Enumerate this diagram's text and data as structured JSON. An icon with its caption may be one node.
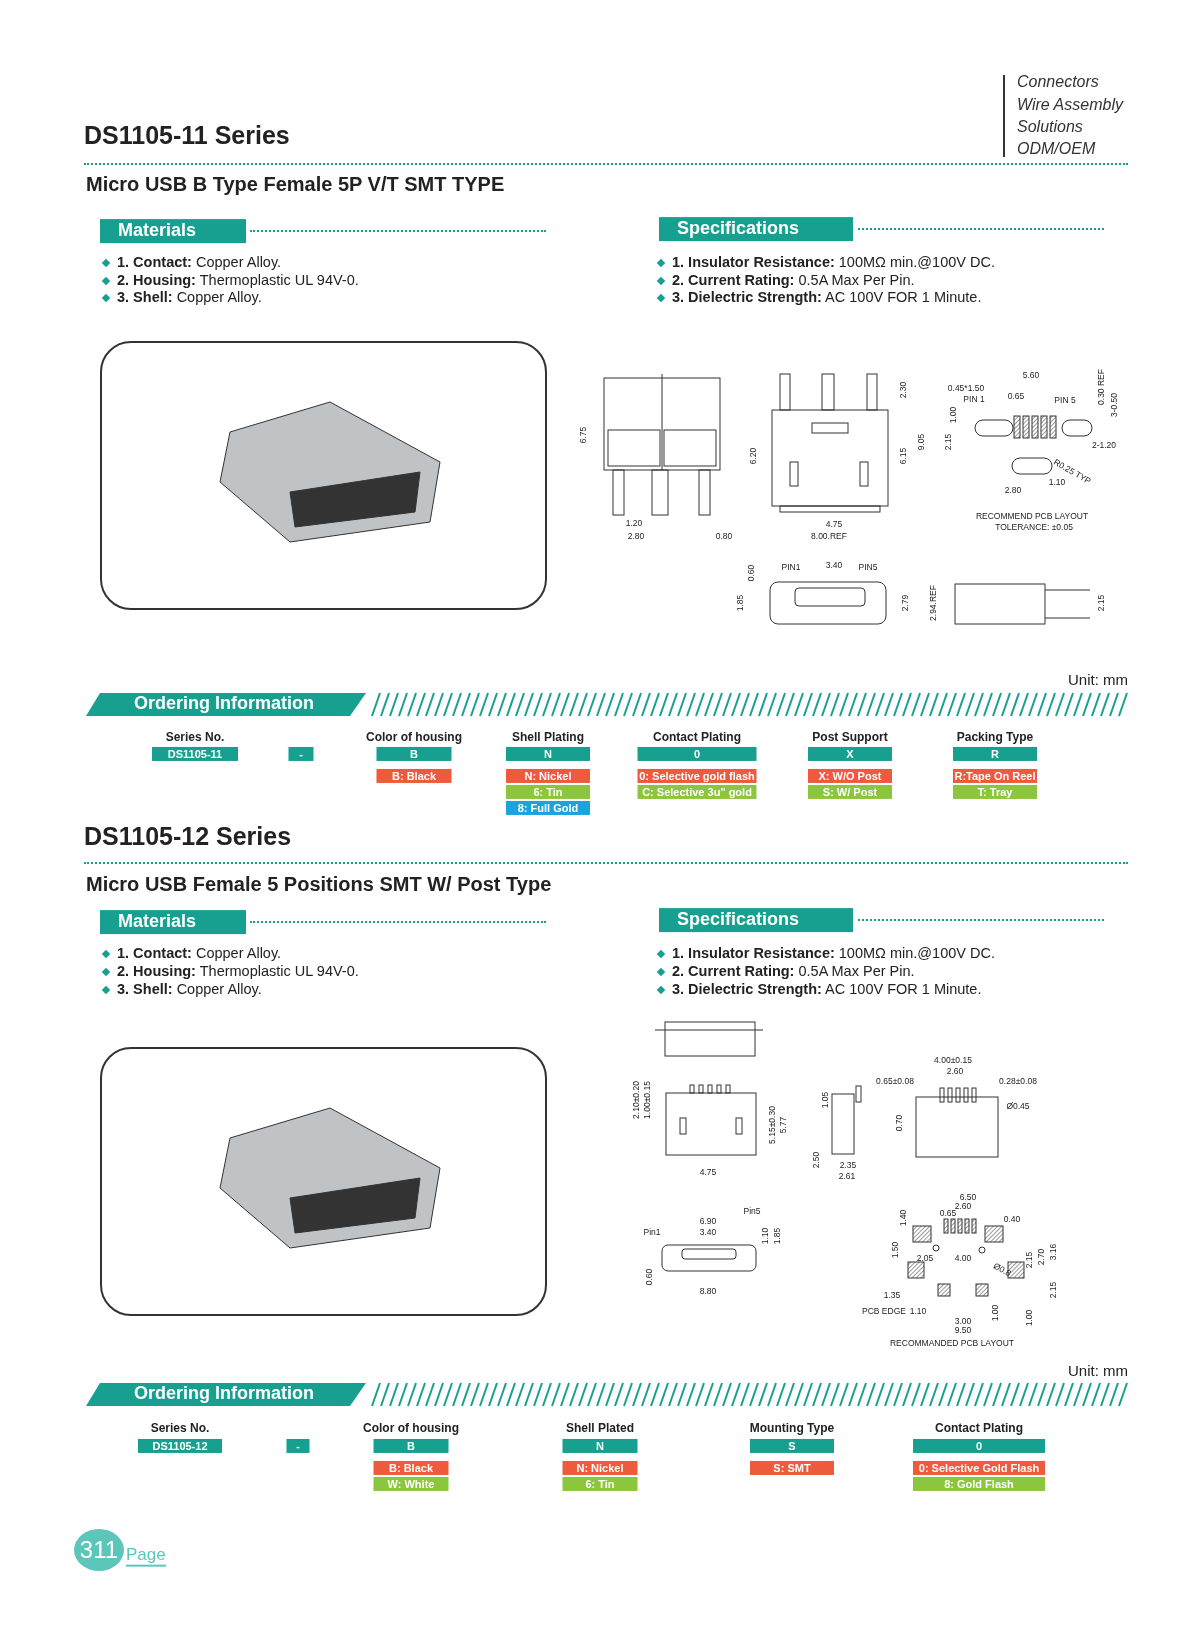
{
  "diagram": {
    "labels": [
      "DS1105-11 Series",
      "Connectors",
      "Wire Assembly",
      "Solutions",
      "ODM/OEM",
      "Micro USB B Type Female 5P V/T SMT TYPE",
      "Materials",
      "**1. Contact:** Copper Alloy.",
      "**2. Housing:** Thermoplastic UL 94V-0.",
      "**3. Shell:** Copper Alloy.",
      "Specifications",
      "**1. Insulator Resistance:** 100MΩ min.@100V DC.",
      "**2. Current Rating:** 0.5A Max Per Pin.",
      "**3. Dielectric Strength:** AC 100V FOR 1 Minute.",
      "6.75",
      "1.20",
      "2.80",
      "0.80",
      "6.20",
      "2.30",
      "6.15",
      "9.05",
      "4.75",
      "8.00.REF",
      "5.60",
      "0.45*1.50",
      "PIN 1",
      "0.65",
      "PIN 5",
      "0.30 REF",
      "3-0.50",
      "1.00",
      "2.15",
      "2-1.20",
      "R0.25 TYP",
      "2.80",
      "1.10",
      "RECOMMEND PCB LAYOUT",
      "TOLERANCE: ±0.05",
      "PIN1",
      "3.40",
      "PIN5",
      "0.60",
      "1.85",
      "2.79",
      "2.94.REF",
      "2.15",
      "Unit: mm",
      "Ordering Information",
      "Series No.",
      "Color of housing",
      "Shell Plating",
      "Contact Plating",
      "Post Support",
      "Packing Type",
      "DS1105-11",
      "-",
      "B",
      "N",
      "0",
      "X",
      "R",
      "B: Black",
      "N: Nickel",
      "6: Tin",
      "8: Full Gold",
      "0: Selective gold flash",
      "C: Selective 3u\" gold",
      "X: W/O Post",
      "S: W/ Post",
      "R:Tape On Reel",
      "T: Tray",
      "DS1105-12 Series",
      "Micro USB Female 5 Positions SMT W/ Post Type",
      "Materials",
      "**1. Contact:** Copper Alloy.",
      "**2. Housing:** Thermoplastic UL 94V-0.",
      "**3. Shell:** Copper Alloy.",
      "Specifications",
      "**1. Insulator Resistance:** 100MΩ min.@100V DC.",
      "**2. Current Rating:** 0.5A Max Per Pin.",
      "**3. Dielectric Strength:** AC 100V FOR 1 Minute.",
      "2.10±0.20",
      "1.00±0.15",
      "5.15±0.30",
      "5.77",
      "4.75",
      "1.05",
      "2.50",
      "2.35",
      "2.61",
      "4.00±0.15",
      "2.60",
      "0.65±0.08",
      "0.28±0.08",
      "Ø0.45",
      "0.70",
      "Pin5",
      "6.90",
      "Pin1",
      "3.40",
      "1.10",
      "1.85",
      "0.60",
      "8.80",
      "6.50",
      "2.60",
      "0.65",
      "0.40",
      "1.40",
      "1.50",
      "2.05",
      "4.00",
      "Ø0.8",
      "2.15",
      "2.70",
      "3.16",
      "2.15",
      "1.35",
      "PCB EDGE",
      "1.10",
      "1.00",
      "1.00",
      "3.00",
      "9.50",
      "RECOMMANDED PCB LAYOUT",
      "Unit: mm",
      "Ordering Information",
      "Series No.",
      "Color of housing",
      "Shell Plated",
      "Mounting Type",
      "Contact Plating",
      "DS1105-12",
      "-",
      "B",
      "N",
      "S",
      "0",
      "B: Black",
      "W: White",
      "N: Nickel",
      "6: Tin",
      "S: SMT",
      "0: Selective Gold Flash",
      "8: Gold Flash",
      "311",
      "Page"
    ]
  }
}
